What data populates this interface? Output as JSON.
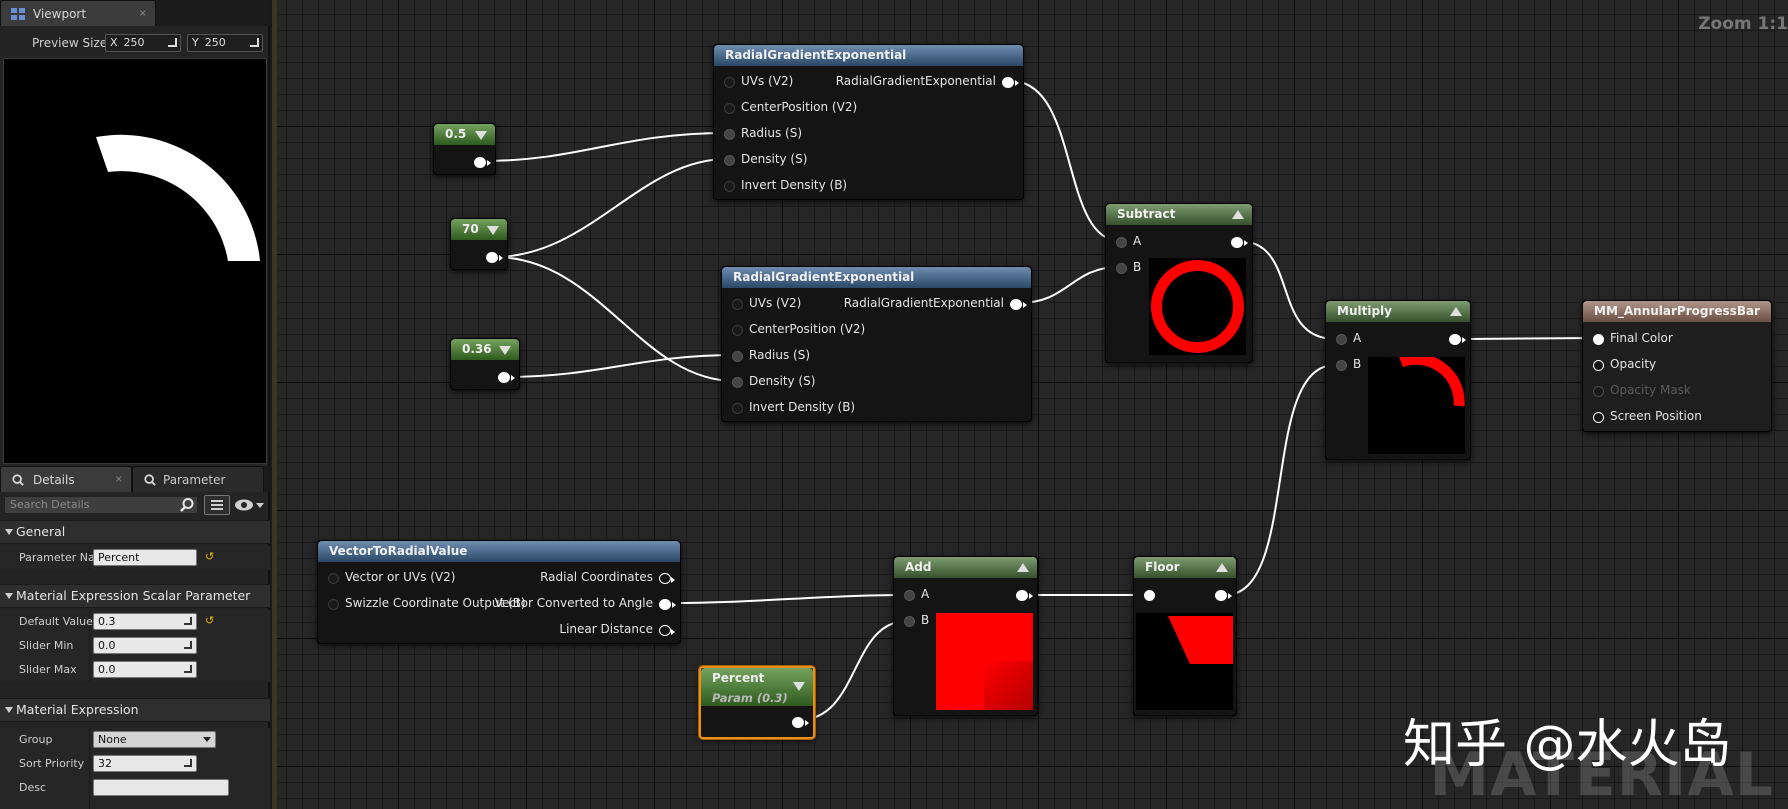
{
  "viewport_tab": {
    "label": "Viewport",
    "close": "×"
  },
  "preview_size": {
    "label": "Preview Size",
    "x_label": "X",
    "x_value": "250",
    "y_label": "Y",
    "y_value": "250"
  },
  "details_tabs": {
    "details": "Details",
    "details_close": "×",
    "parameter_defaults": "Parameter Defa"
  },
  "search": {
    "placeholder": "Search Details"
  },
  "sections": {
    "general": "General",
    "scalar": "Material Expression Scalar Parameter",
    "expression": "Material Expression"
  },
  "properties": {
    "parameter_name": {
      "label": "Parameter Na",
      "value": "Percent"
    },
    "default_value": {
      "label": "Default Value",
      "value": "0.3"
    },
    "slider_min": {
      "label": "Slider Min",
      "value": "0.0"
    },
    "slider_max": {
      "label": "Slider Max",
      "value": "0.0"
    },
    "group": {
      "label": "Group",
      "value": "None"
    },
    "sort_priority": {
      "label": "Sort Priority",
      "value": "32"
    },
    "desc": {
      "label": "Desc",
      "value": ""
    }
  },
  "reset_glyph": "↺",
  "graph": {
    "zoom": "Zoom 1:1",
    "watermark": "MATERIAL",
    "credit": "知乎 @水火岛"
  },
  "nodes": {
    "rge1": {
      "title": "RadialGradientExponential",
      "inputs": [
        "UVs (V2)",
        "CenterPosition (V2)",
        "Radius (S)",
        "Density (S)",
        "Invert Density (B)"
      ],
      "output": "RadialGradientExponential"
    },
    "rge2": {
      "title": "RadialGradientExponential",
      "inputs": [
        "UVs (V2)",
        "CenterPosition (V2)",
        "Radius (S)",
        "Density (S)",
        "Invert Density (B)"
      ],
      "output": "RadialGradientExponential"
    },
    "c05": {
      "value": "0.5"
    },
    "c70": {
      "value": "70"
    },
    "c036": {
      "value": "0.36"
    },
    "subtract": {
      "title": "Subtract",
      "a": "A",
      "b": "B"
    },
    "multiply": {
      "title": "Multiply",
      "a": "A",
      "b": "B"
    },
    "add": {
      "title": "Add",
      "a": "A",
      "b": "B"
    },
    "floor": {
      "title": "Floor"
    },
    "v2r": {
      "title": "VectorToRadialValue",
      "inputs": [
        "Vector or UVs (V2)",
        "Swizzle Coordinate Output (B)"
      ],
      "outputs": [
        "Radial Coordinates",
        "Vector Converted to Angle",
        "Linear Distance"
      ]
    },
    "percent": {
      "title": "Percent",
      "subtitle": "Param (0.3)"
    },
    "result": {
      "title": "MM_AnnularProgressBar",
      "inputs": [
        "Final Color",
        "Opacity",
        "Opacity Mask",
        "Screen Position"
      ]
    }
  },
  "colors": {
    "accent_orange": "#e8901c",
    "red_preview": "#ff0000",
    "blue_header": "#4a6a8c",
    "green_header": "#5a7a4c"
  }
}
